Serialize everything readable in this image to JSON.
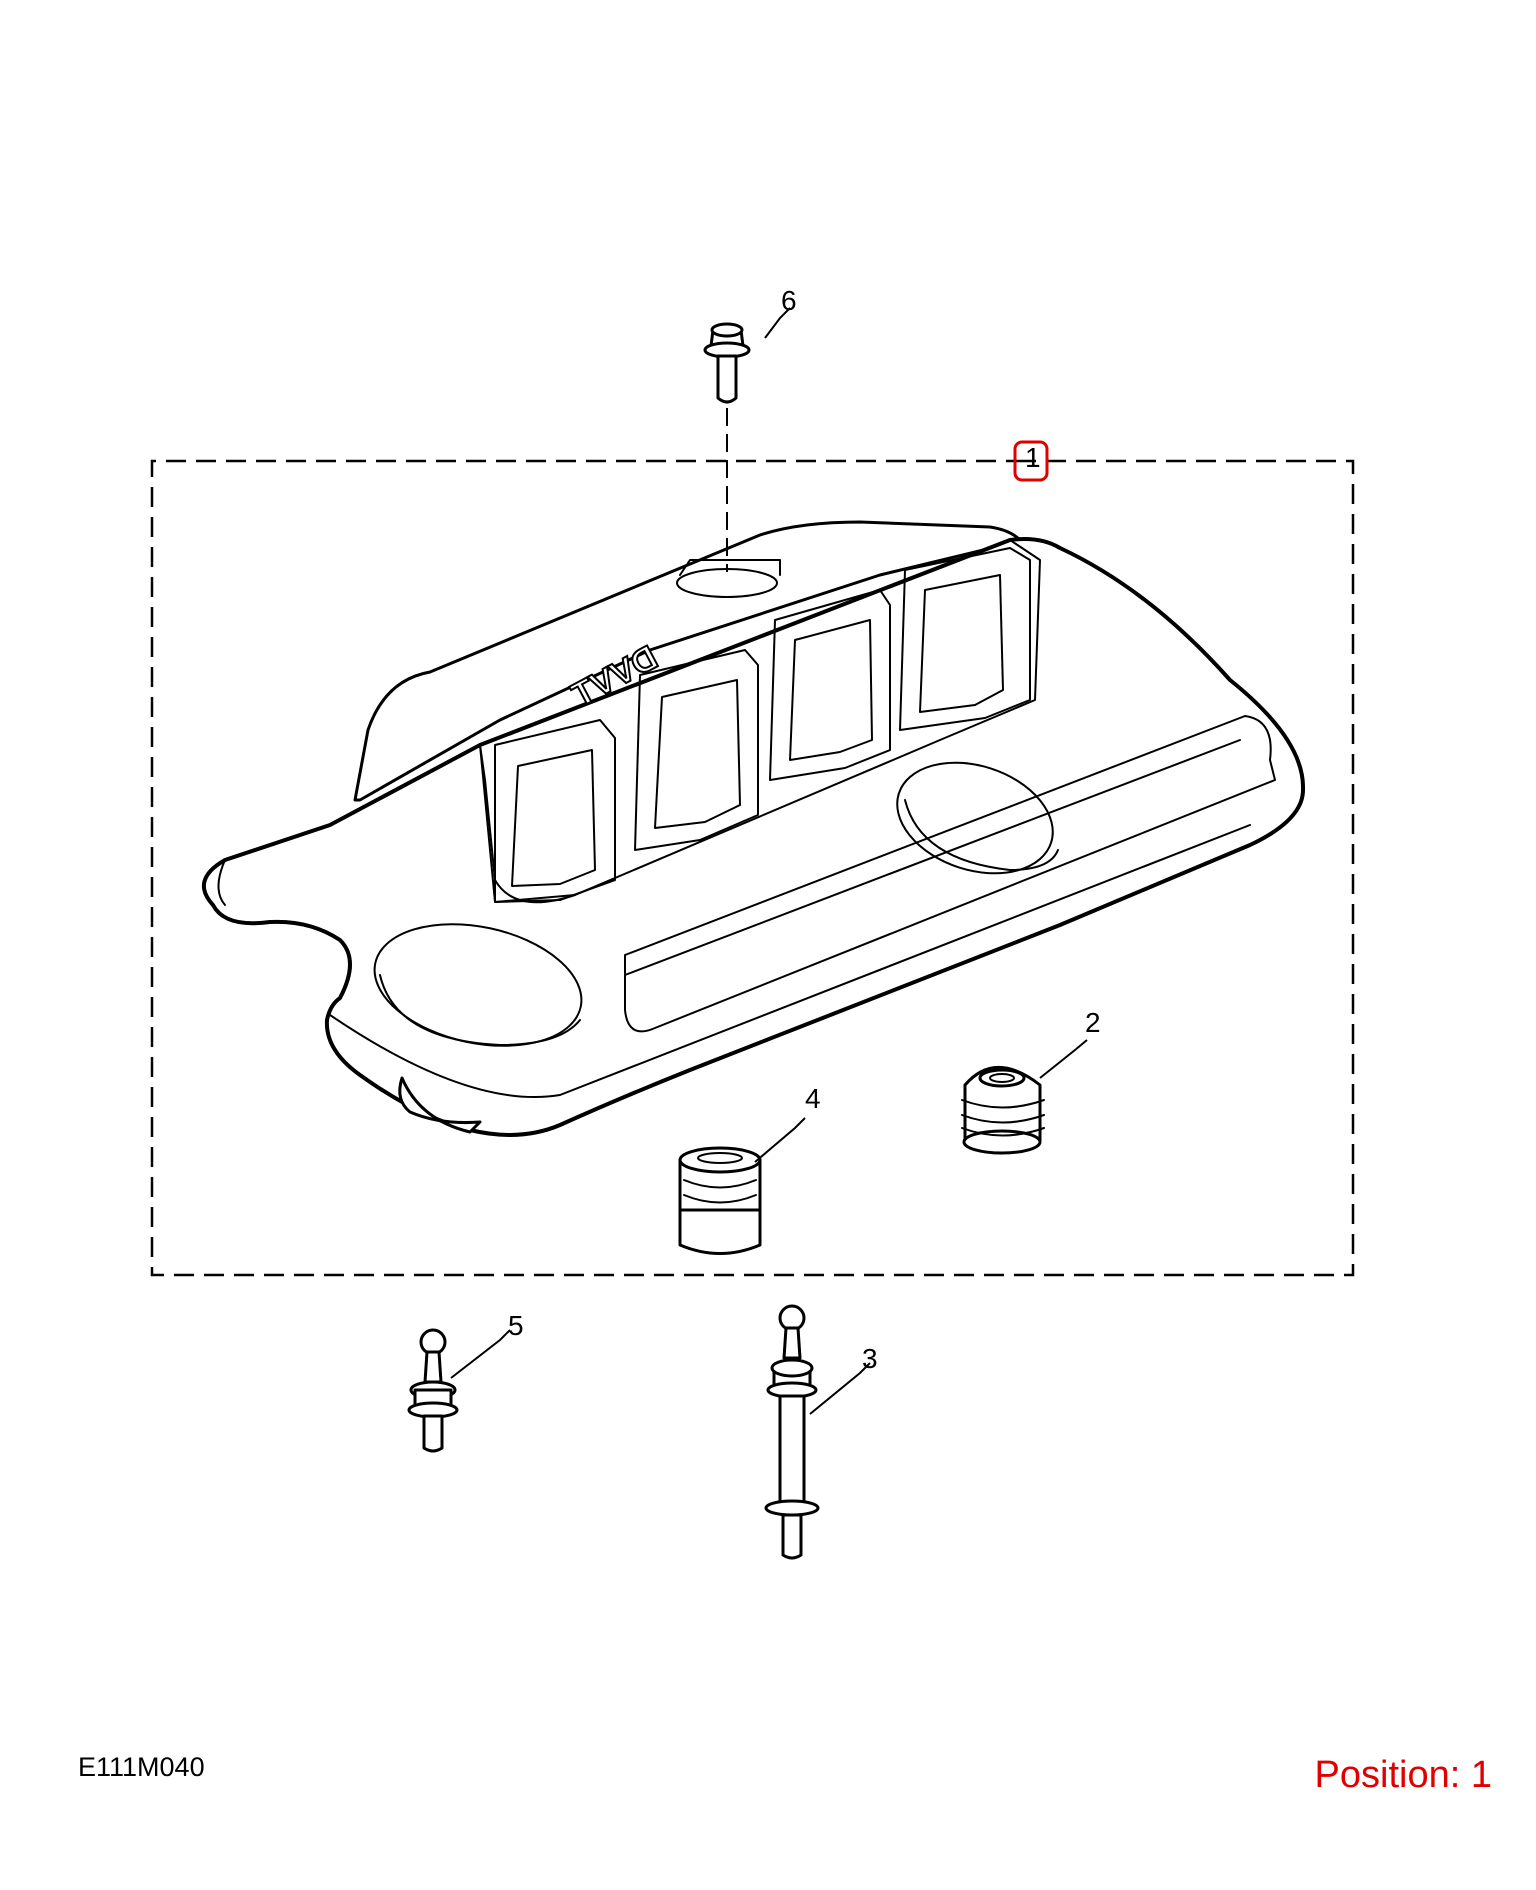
{
  "diagram": {
    "drawing_code": "E111M040",
    "position_label": "Position: 1",
    "position_color": "#e00000",
    "highlight_color": "#e00000",
    "highlighted_callout": "1",
    "callouts": {
      "c1": "1",
      "c2": "2",
      "c3": "3",
      "c4": "4",
      "c5": "5",
      "c6": "6"
    },
    "cover_emblem_text": "DVVT"
  }
}
